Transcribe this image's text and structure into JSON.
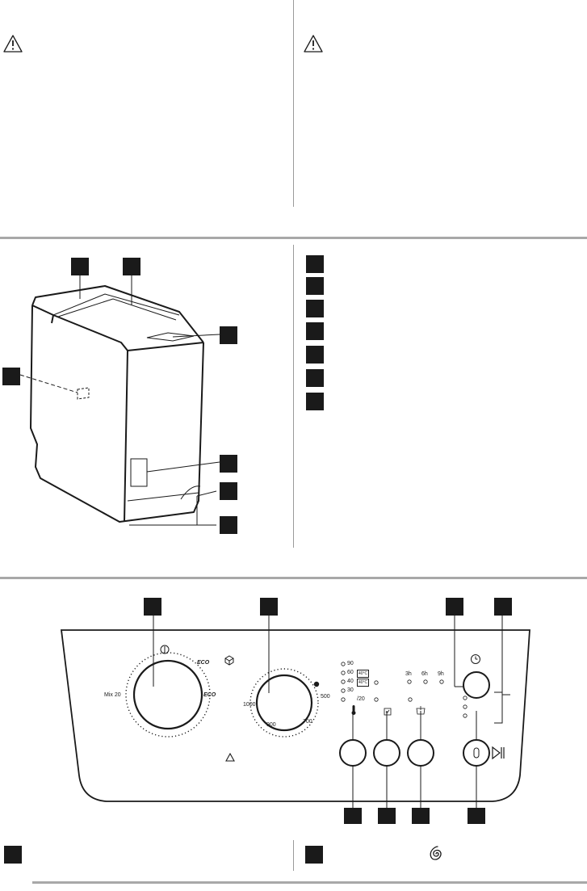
{
  "icons": {
    "warning": "warning-triangle-icon",
    "spin": "spin-spiral-icon",
    "time_delay": "delay-clock-icon",
    "start_pause": "start-pause-icon",
    "door": "door-lock-icon",
    "temperature": "thermometer-icon",
    "easy_iron": "shirt-icon",
    "prewash": "prewash-tub-icon"
  },
  "program_dial": {
    "left_labels": [
      "Mix 20"
    ],
    "eco_labels": [
      "ECO",
      "ECO"
    ]
  },
  "spin_dial": {
    "labels": [
      "1000",
      "900",
      "700",
      "500"
    ]
  },
  "temperatures": {
    "labels": [
      "90",
      "60",
      "40",
      "30",
      "/20"
    ],
    "eco_suffix": [
      "40°C",
      "40°C"
    ]
  },
  "delay": {
    "labels": [
      "3h",
      "6h",
      "9h"
    ]
  },
  "colors": {
    "ink": "#1a1a1a",
    "rule": "#a8a8a8",
    "divider": "#9a9a9a"
  }
}
